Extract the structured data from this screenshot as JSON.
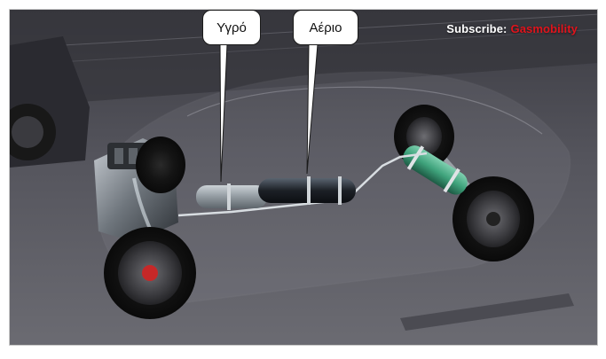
{
  "callouts": {
    "liquid": "Υγρό",
    "gas": "Αέριο"
  },
  "watermark": {
    "label": "Subscribe:",
    "channel": "Gasmobility"
  },
  "colors": {
    "watermark_label": "#ffffff",
    "watermark_channel": "#e0141c",
    "gas_tank": "#3fa37c",
    "scene_background": "#4a4a52"
  }
}
